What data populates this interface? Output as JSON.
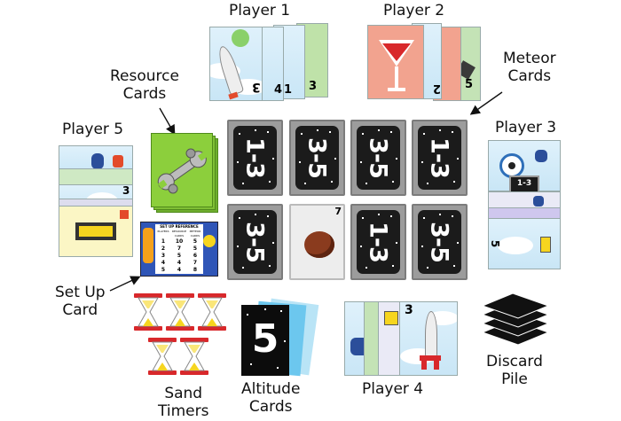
{
  "labels": {
    "player1": "Player 1",
    "player2": "Player 2",
    "player3": "Player 3",
    "player4": "Player 4",
    "player5": "Player 5",
    "resource_cards": [
      "Resource",
      "Cards"
    ],
    "meteor_cards": [
      "Meteor",
      "Cards"
    ],
    "setup_card": [
      "Set Up",
      "Card"
    ],
    "sand_timers": [
      "Sand",
      "Timers"
    ],
    "altitude_cards": [
      "Altitude",
      "Cards"
    ],
    "discard_pile": [
      "Discard",
      "Pile"
    ]
  },
  "meteor_grid": [
    "1-3",
    "3-5",
    "3-5",
    "1-3",
    "3-5",
    "meteor",
    "1-3",
    "3-5"
  ],
  "meteor_card_corner": "7",
  "altitude_value": "5",
  "player1_hand_numbers": [
    "3",
    "4",
    "1",
    "3"
  ],
  "player2_hand_numbers": [
    "2",
    "5"
  ],
  "player3_hand_numbers": [
    "1-3",
    "5"
  ],
  "player4_hand_numbers": [
    "3"
  ],
  "player5_hand_numbers": [
    "3"
  ],
  "setup_reference": {
    "title": "SET UP REFERENCE",
    "headers": [
      "PLAYERS",
      "RESOURCE CARDS",
      "METEOR CARDS"
    ],
    "rows": [
      [
        "1",
        "10",
        "5"
      ],
      [
        "2",
        "7",
        "5"
      ],
      [
        "3",
        "5",
        "6"
      ],
      [
        "4",
        "4",
        "7"
      ],
      [
        "5",
        "4",
        "8"
      ]
    ]
  },
  "colors": {
    "meteor_card_frame": "#9c9c9c",
    "meteor_card_face": "#1b1b1b",
    "resource_green": "#8ccf3c",
    "altitude_blue": "#6cc7ee",
    "sand_yellow": "#f6d51f",
    "timer_red": "#d8282b",
    "player2_salmon": "#f2a38f"
  }
}
